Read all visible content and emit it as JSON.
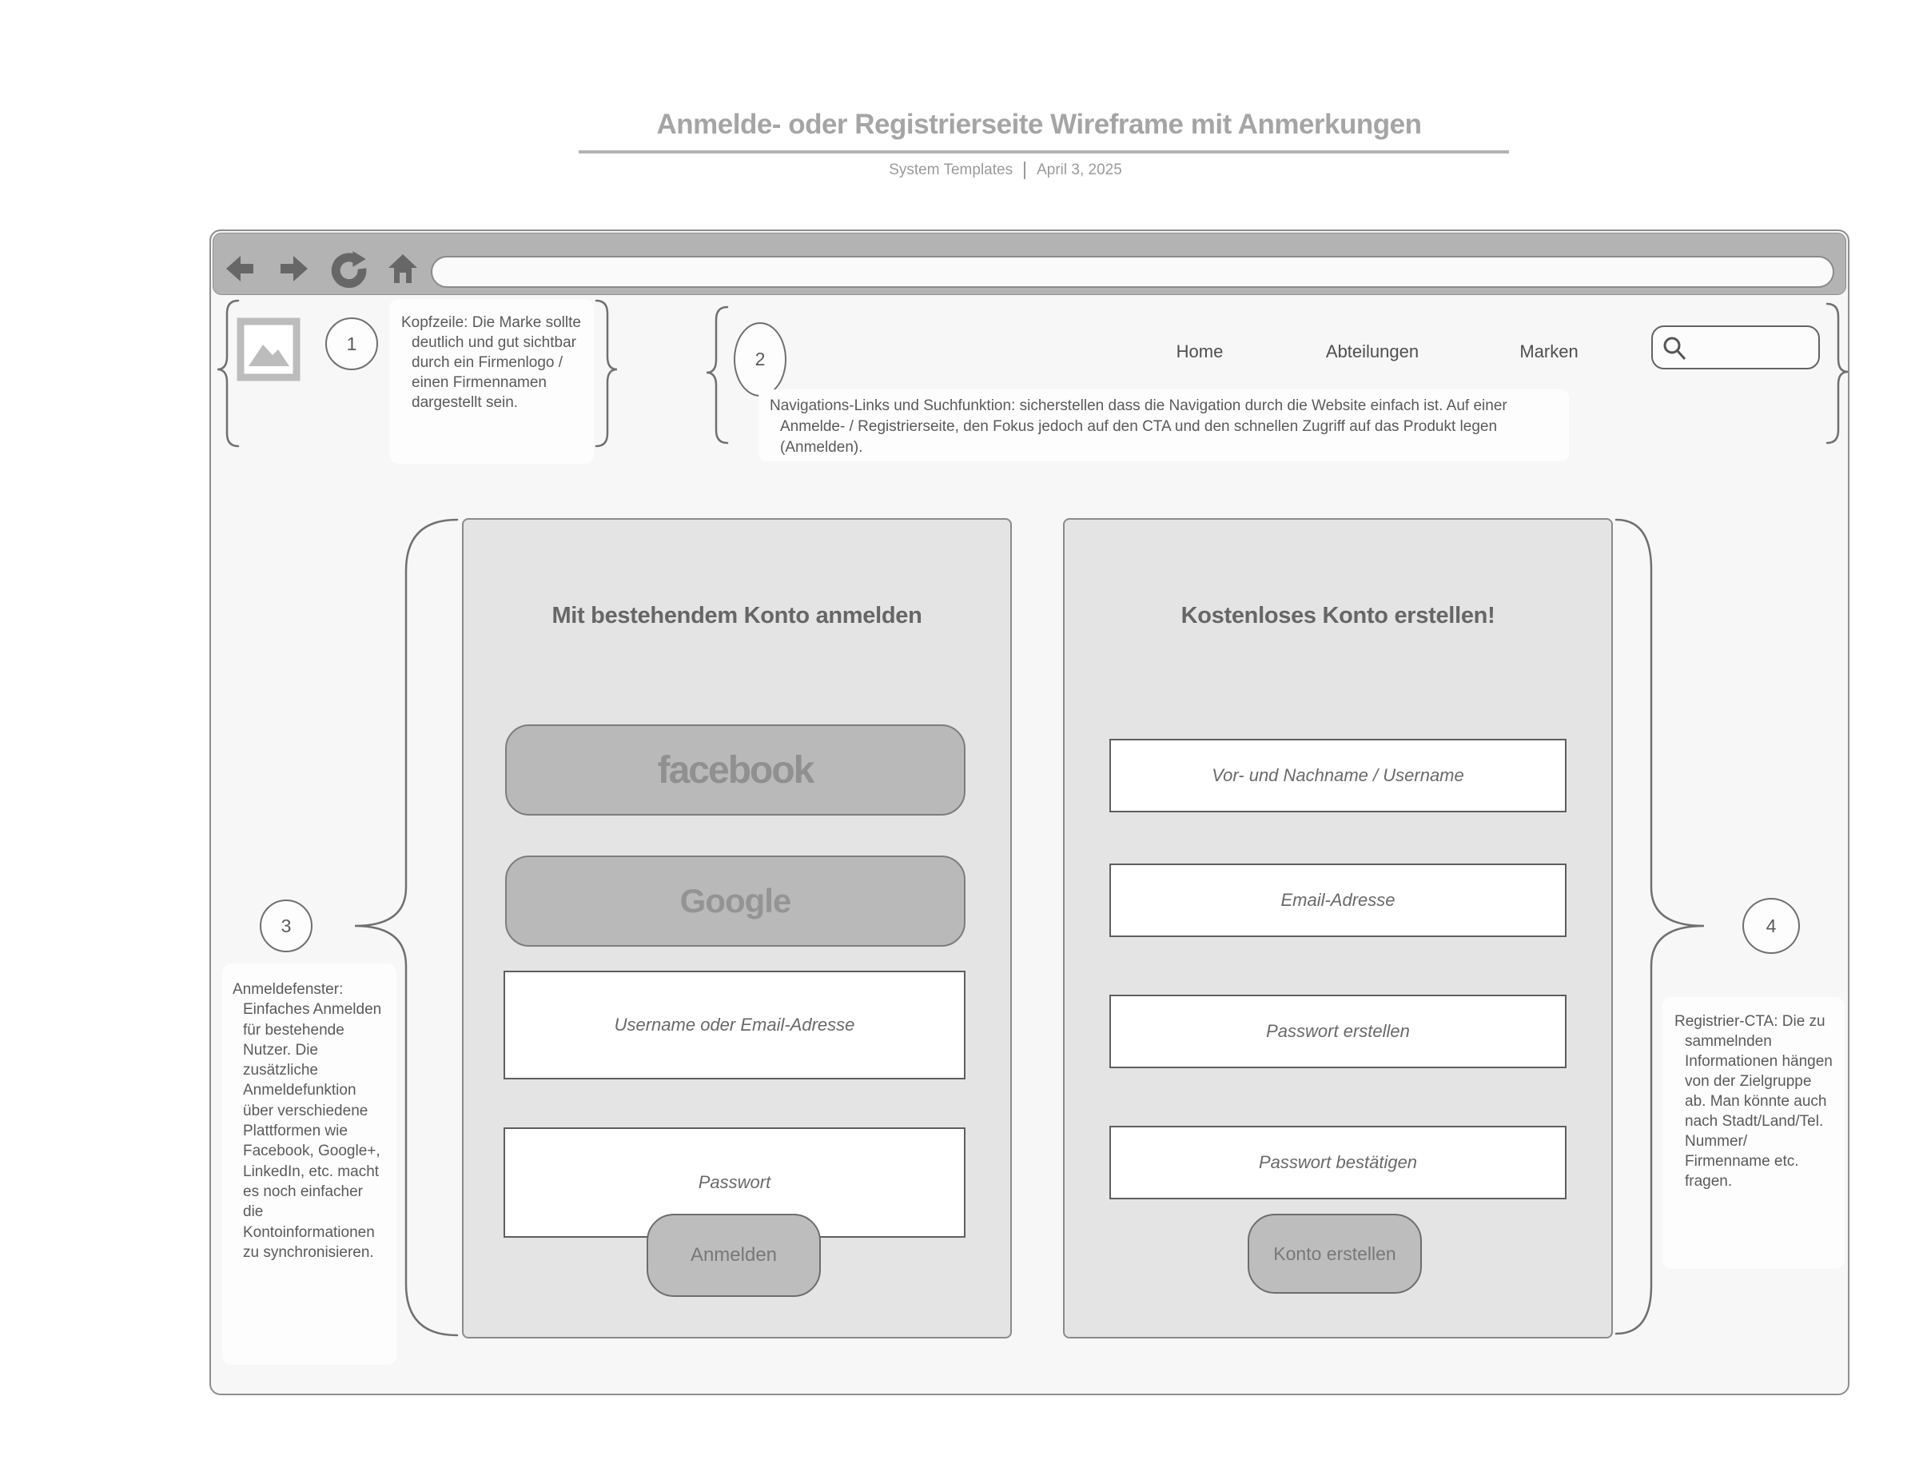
{
  "page": {
    "title": "Anmelde- oder Registrierseite Wireframe mit Anmerkungen",
    "source": "System Templates",
    "date": "April 3, 2025"
  },
  "browser": {
    "icons": [
      "back-arrow",
      "forward-arrow",
      "reload",
      "home"
    ],
    "address_value": "",
    "nav_items": [
      {
        "label": "Home"
      },
      {
        "label": "Abteilungen"
      },
      {
        "label": "Marken"
      }
    ],
    "search": {
      "value": "",
      "placeholder": ""
    }
  },
  "annotations": [
    {
      "number": "1",
      "text": "Kopfzeile: Die Marke sollte deutlich und gut sichtbar durch ein Firmenlogo / einen Firmennamen dargestellt sein."
    },
    {
      "number": "2",
      "text": "Navigations-Links und Suchfunktion: sicherstellen dass die Navigation durch die Website einfach ist. Auf einer Anmelde- / Registrierseite, den Fokus jedoch auf den CTA und den schnellen Zugriff auf das Produkt legen (Anmelden)."
    },
    {
      "number": "3",
      "text": "Anmeldefenster: Einfaches Anmelden für bestehende Nutzer. Die zusätzliche Anmeldefunktion über verschiedene Plattformen wie Facebook, Google+, LinkedIn, etc. macht es noch einfacher die Kontoinformationen zu synchronisieren."
    },
    {
      "number": "4",
      "text": "Registrier-CTA: Die zu sammelnden Informationen hängen von der Zielgruppe ab. Man könnte auch nach Stadt/Land/Tel. Nummer/ Firmenname etc. fragen."
    }
  ],
  "login_panel": {
    "heading": "Mit bestehendem Konto anmelden",
    "facebook_label": "facebook",
    "google_label": "Google",
    "username_placeholder": "Username oder Email-Adresse",
    "password_placeholder": "Passwort",
    "submit_label": "Anmelden"
  },
  "signup_panel": {
    "heading": "Kostenloses Konto erstellen!",
    "name_placeholder": "Vor- und Nachname / Username",
    "email_placeholder": "Email-Adresse",
    "password_placeholder": "Passwort erstellen",
    "confirm_placeholder": "Passwort bestätigen",
    "submit_label": "Konto erstellen"
  },
  "colors": {
    "chrome_gray": "#b3b3b3",
    "panel_gray": "#e4e4e4",
    "button_gray": "#b9b9b9",
    "outline_gray": "#8a8a8a",
    "text_gray": "#5a5a5a"
  }
}
